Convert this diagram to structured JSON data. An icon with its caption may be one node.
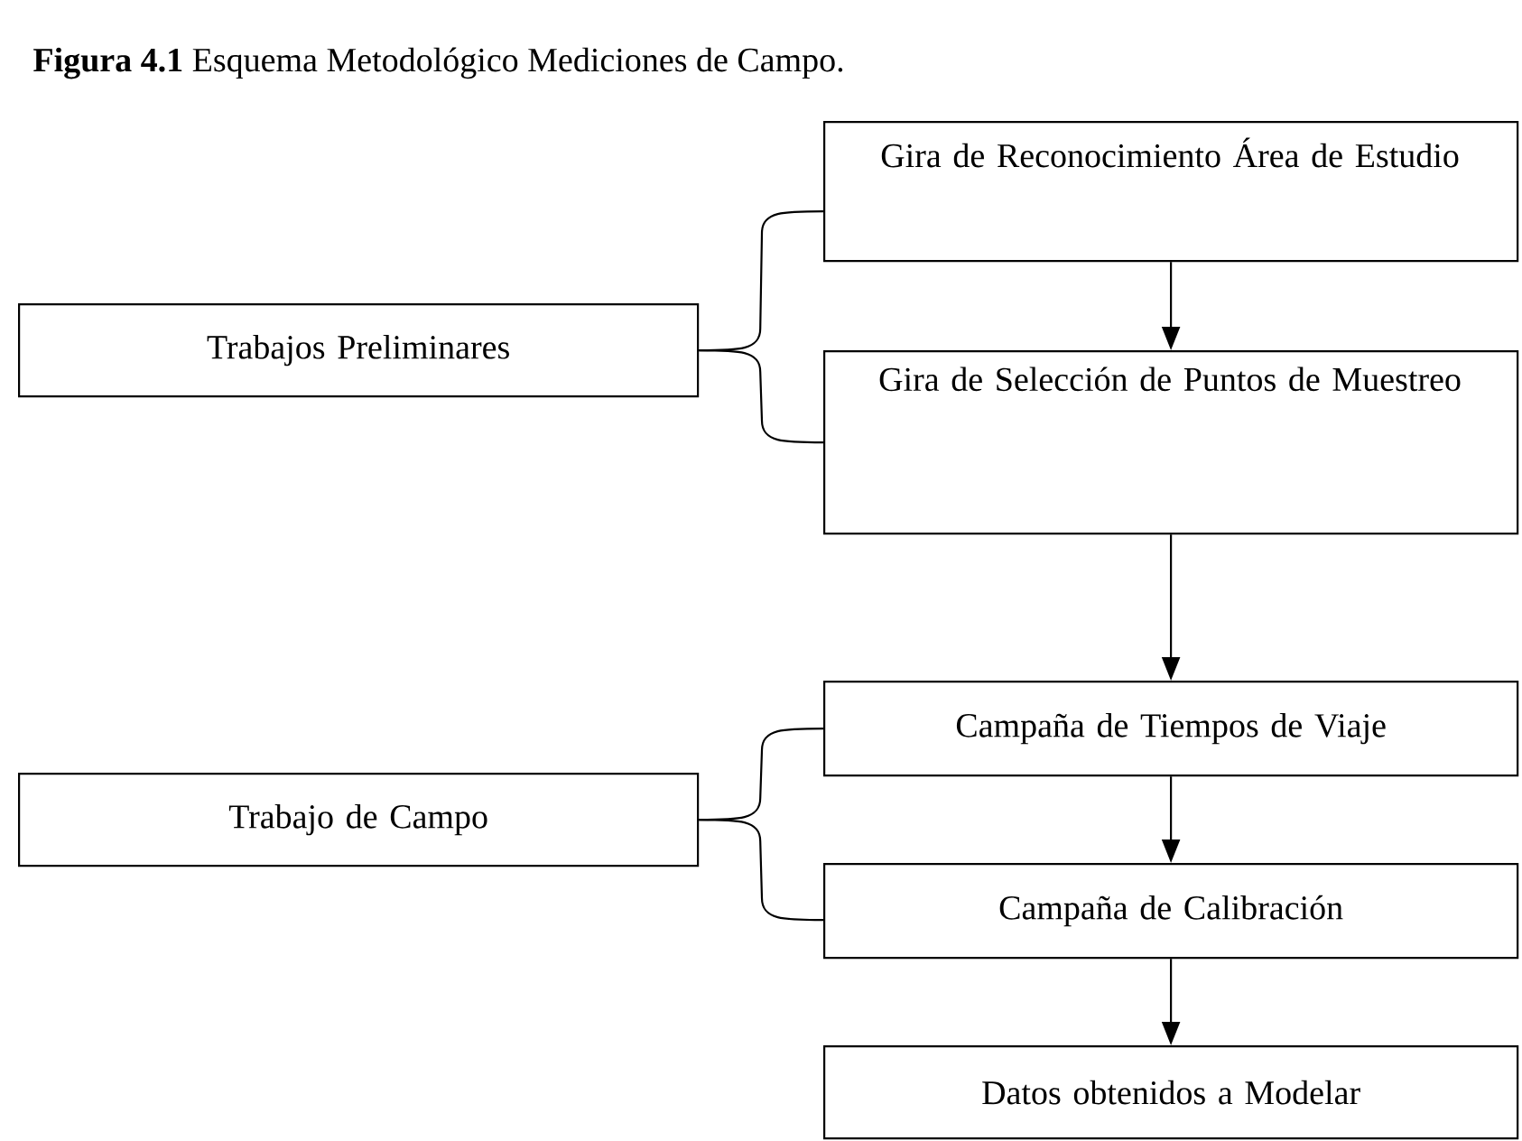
{
  "diagram": {
    "title": "**Figura 4.1** Esquema Metodológico Mediciones de Campo.",
    "nodes": [
      {
        "text": [
          "Trabajos Preliminares"
        ]
      },
      {
        "text": [
          "Gira de Reconocimiento Área de Estudio"
        ]
      },
      {
        "text": [
          "Gira de Selección de Puntos de Muestreo"
        ]
      },
      {
        "text": [
          "Trabajo de Campo"
        ]
      },
      {
        "text": [
          "Campaña de Tiempos de Viaje"
        ]
      },
      {
        "text": [
          "Campaña de Calibración"
        ]
      },
      {
        "text": [
          "Datos obtenidos a  Modelar"
        ]
      }
    ],
    "edges": [
      {
        "from": 0,
        "to": 1,
        "arrow": "none"
      },
      {
        "from": 0,
        "to": 2,
        "arrow": "none"
      },
      {
        "from": 1,
        "to": 2,
        "arrow": "to"
      },
      {
        "from": 2,
        "to": 4,
        "arrow": "to"
      },
      {
        "from": 3,
        "to": 4,
        "arrow": "none"
      },
      {
        "from": 3,
        "to": 5,
        "arrow": "none"
      },
      {
        "from": 4,
        "to": 5,
        "arrow": "to"
      },
      {
        "from": 5,
        "to": 6,
        "arrow": "to"
      }
    ]
  }
}
